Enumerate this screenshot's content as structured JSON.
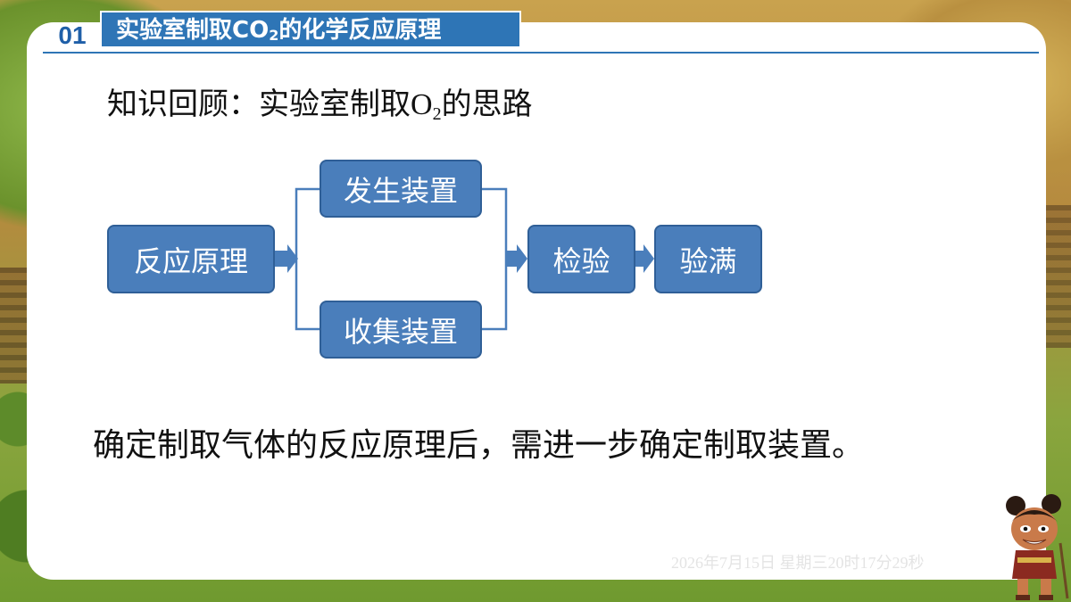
{
  "header": {
    "number": "01",
    "title_pre": "实验室制取CO",
    "title_sub": "2",
    "title_post": "的化学反应原理"
  },
  "subtitle": {
    "pre": "知识回顾：实验室制取",
    "o": "O",
    "sub": "2",
    "post": "的思路"
  },
  "flow": {
    "reaction": "反应原理",
    "generate": "发生装置",
    "collect": "收集装置",
    "test": "检验",
    "full": "验满"
  },
  "conclusion": "确定制取气体的反应原理后，需进一步确定制取装置。",
  "timestamp": "2026年7月15日 星期三20时17分29秒",
  "colors": {
    "accent": "#2e75b6",
    "box_fill": "#4a7ebb",
    "connector": "#4a7ebb"
  },
  "icons": [
    "flow-arrow-icon",
    "mascot-character-icon"
  ]
}
